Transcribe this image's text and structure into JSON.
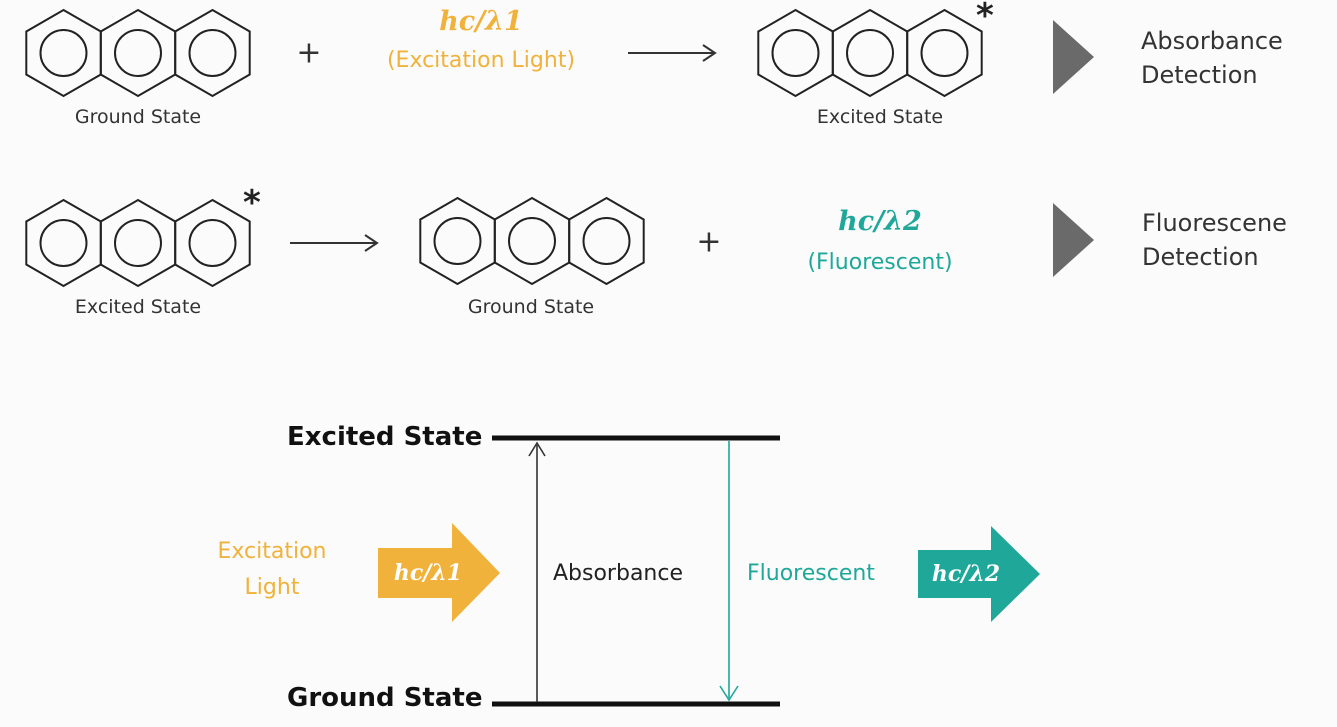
{
  "row1": {
    "ground_label": "Ground State",
    "plus": "+",
    "formula": "hc/λ1",
    "formula_sub": "(Excitation Light)",
    "excited_label": "Excited State",
    "star": "*",
    "detection": [
      "Absorbance",
      "Detection"
    ]
  },
  "row2": {
    "excited_label": "Excited State",
    "star": "*",
    "ground_label": "Ground State",
    "plus": "+",
    "formula": "hc/λ2",
    "formula_sub": "(Fluorescent)",
    "detection": [
      "Fluorescene",
      "Detection"
    ]
  },
  "energy": {
    "excited_level": "Excited State",
    "ground_level": "Ground State",
    "excitation_light": [
      "Excitation",
      "Light"
    ],
    "absorbance": "Absorbance",
    "fluorescent": "Fluorescent",
    "arrow1_text": "hc/λ1",
    "arrow2_text": "hc/λ2"
  },
  "colors": {
    "orange": "#f0b23a",
    "teal": "#1fa89a",
    "triangle": "#6a6a6a",
    "line": "#222222"
  }
}
